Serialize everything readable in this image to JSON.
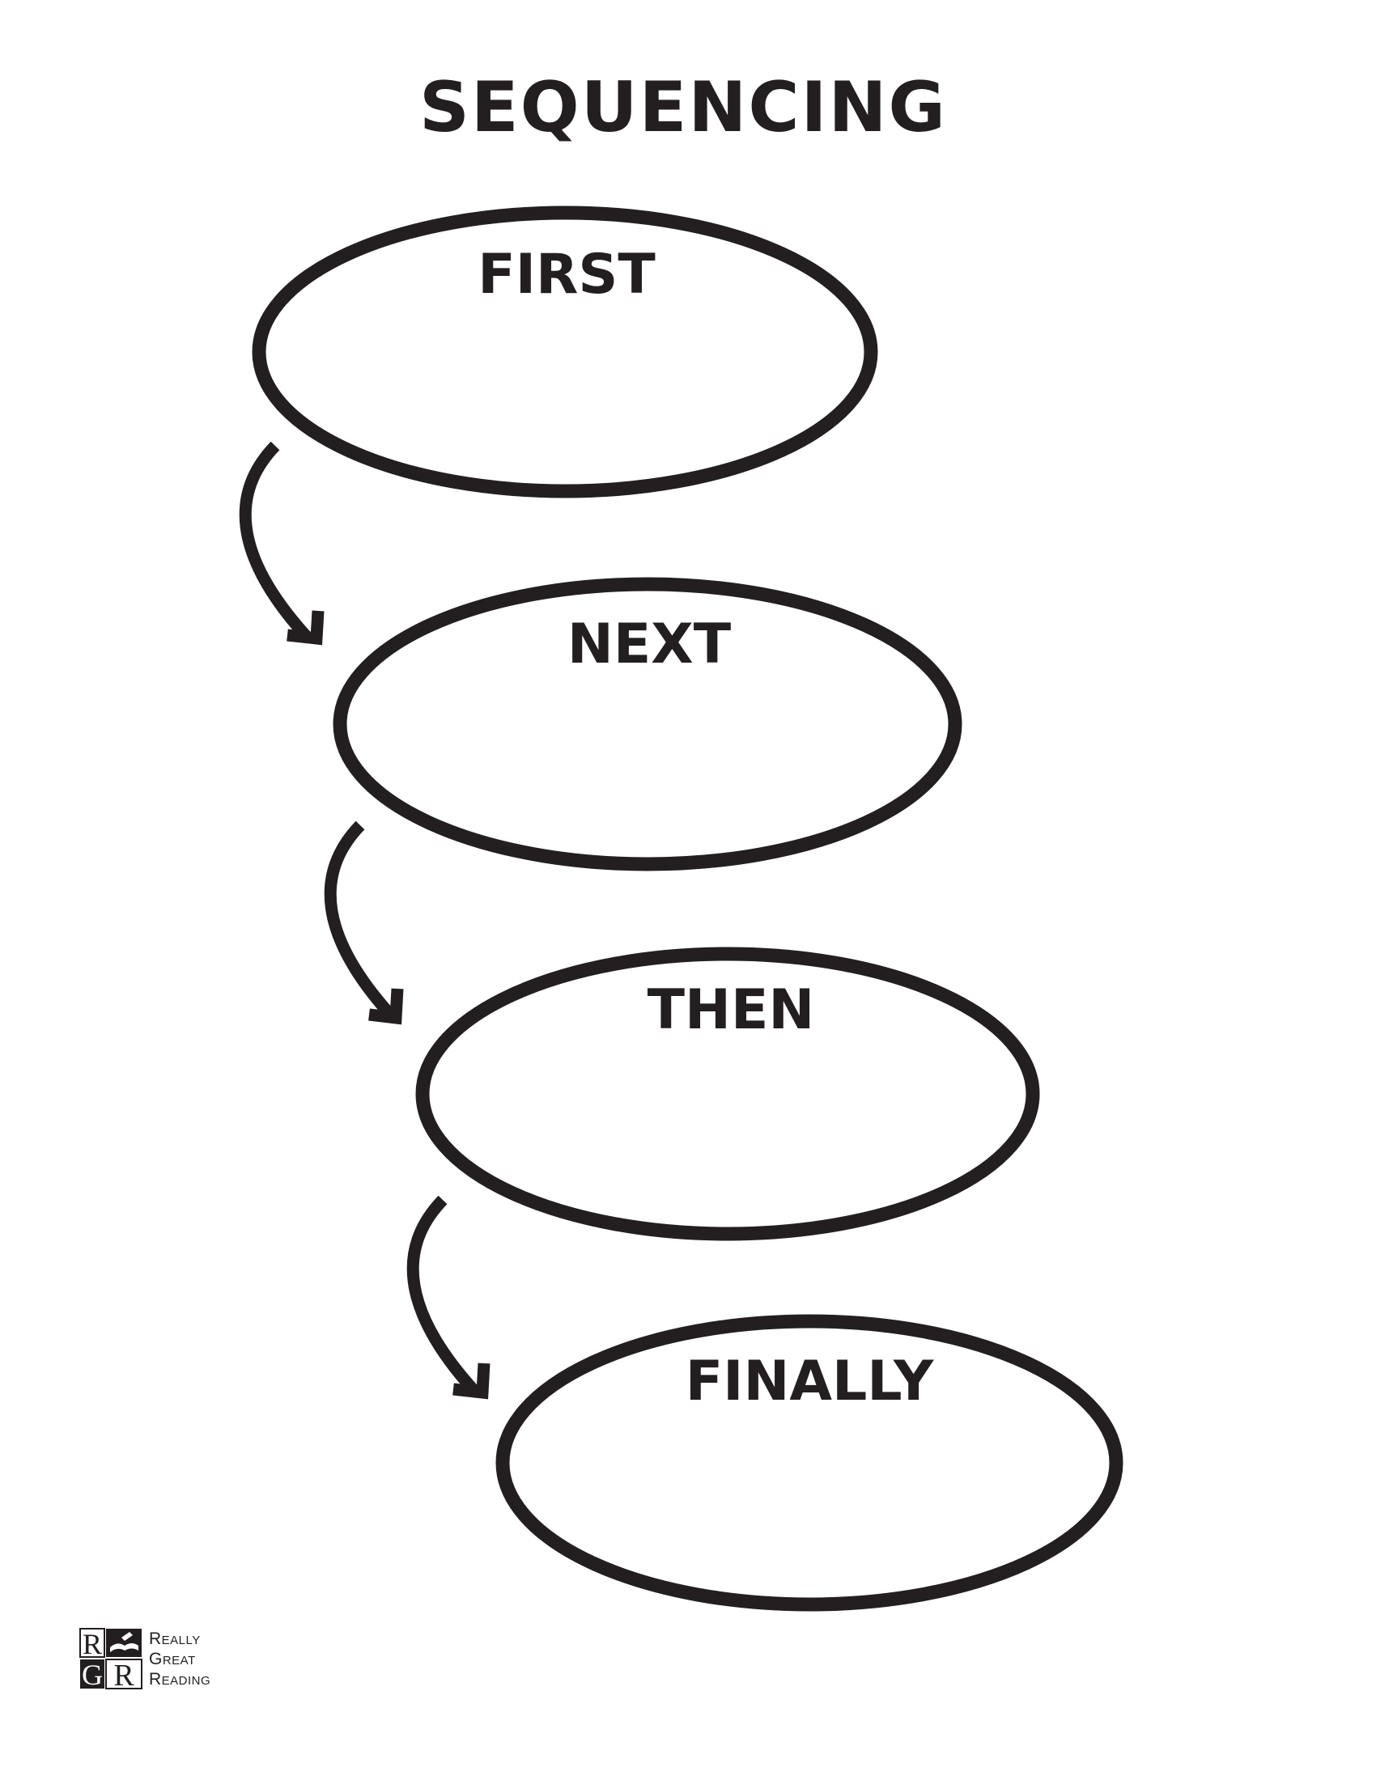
{
  "title": "SEQUENCING",
  "steps": [
    {
      "label": "FIRST"
    },
    {
      "label": "NEXT"
    },
    {
      "label": "THEN"
    },
    {
      "label": "FINALLY"
    }
  ],
  "logo": {
    "monogram_letters": "RGR",
    "line1": "Really",
    "line2": "Great",
    "line3": "Reading"
  },
  "colors": {
    "ink": "#231f20",
    "background": "#ffffff"
  },
  "icons": {
    "connector": "curved-down-arrow"
  }
}
